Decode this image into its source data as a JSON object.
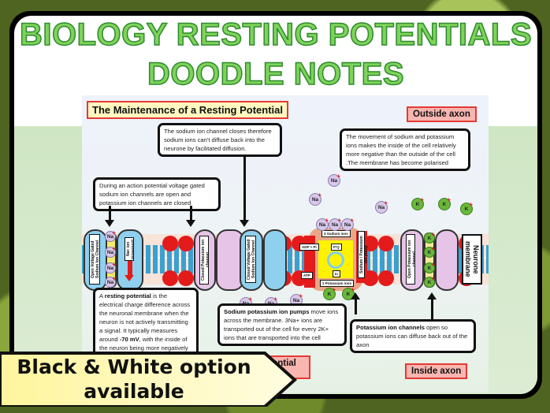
{
  "header": {
    "title_line1": "BIOLOGY RESTING POTENTIALS",
    "title_line2": "DOODLE NOTES"
  },
  "worksheet": {
    "title": "The Maintenance of a Resting Potential",
    "outside_tag": "Outside axon",
    "inside_tag": "Inside axon",
    "partial_tag": "tential",
    "notes": {
      "sodium_closes": "The sodium ion channel closes therefore sodium ions can't diffuse back into the neurone by facilitated diffusion.",
      "action_potential": "During an action potential voltage gated sodium ion channels are open and potassium ion channels are closed",
      "polarised": "The movement of sodium and potassium ions makes the inside of the cell relatively more negative than the outside of the cell .The membrane has become polarised",
      "resting_potential_bold": "resting potential",
      "resting_potential_pre": "A ",
      "resting_potential_mid": " is the electrical charge difference across the neuronal membrane when the neuron is not actively transmitting a signal. It typically measures around ",
      "resting_potential_value": "-70 mV",
      "resting_potential_post": ", with the inside of the neuron being more negatively charged than the outside. This state is maintained by the sodium-potassium pump, which",
      "pump_bold": "Sodium potassium ion pumps",
      "pump_text": " move ions across the membrane. 3Na+ ions are transported out of the cell for every 2K+ ions that are transported into the cell",
      "k_channels_bold": "Potassium ion channels",
      "k_channels_text": " open so potassium ions can diffuse back out of the axon"
    },
    "diagram_labels": {
      "open_na_channel": "Open Voltage Gated Sodium Ion Channel",
      "na_movement": "Na+ ion movement",
      "closed_k_channel": "Closed Potassium ion channel",
      "closed_na_channel": "Closed Voltage Gated Sodium Ion Channel",
      "pump": "Sodium / Potassium ion pump",
      "three_na": "3 Sodium ions",
      "two_k": "2 Potassium ions",
      "adp": "ADP + Pi",
      "atp": "ATP",
      "pi": "P'Q",
      "in": "In",
      "open_k_channel": "Open Potassium ion channel",
      "neurone_membrane": "Neurone membrane"
    },
    "ions": {
      "na": "Na",
      "k": "K"
    }
  },
  "banner": {
    "line1": "Black & White option",
    "line2": "available"
  }
}
